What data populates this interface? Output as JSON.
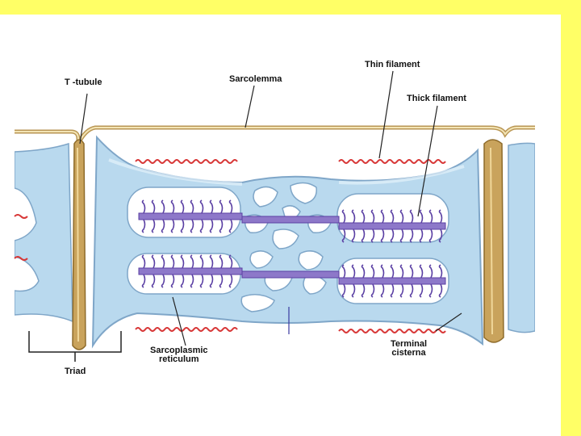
{
  "labels": {
    "t_tubule": "T -tubule",
    "sarcolemma": "Sarcolemma",
    "thin_filament": "Thin filament",
    "thick_filament": "Thick filament",
    "sarcoplasmic_reticulum": "Sarcoplasmic\nreticulum",
    "terminal_cisterna": "Terminal\ncisterna",
    "triad": "Triad"
  },
  "colors": {
    "slide_background": "#ffff66",
    "panel_background": "#ffffff",
    "reticulum_fill": "#b9d9ee",
    "reticulum_edge": "#7fa6c8",
    "t_tubule_fill": "#c9a35c",
    "sarcolemma": "#d9c08a",
    "thin_filament": "#d83838",
    "thick_filament": "#8d78c9",
    "myosin_heads": "#5a3fa3",
    "leader_lines": "#222222"
  }
}
